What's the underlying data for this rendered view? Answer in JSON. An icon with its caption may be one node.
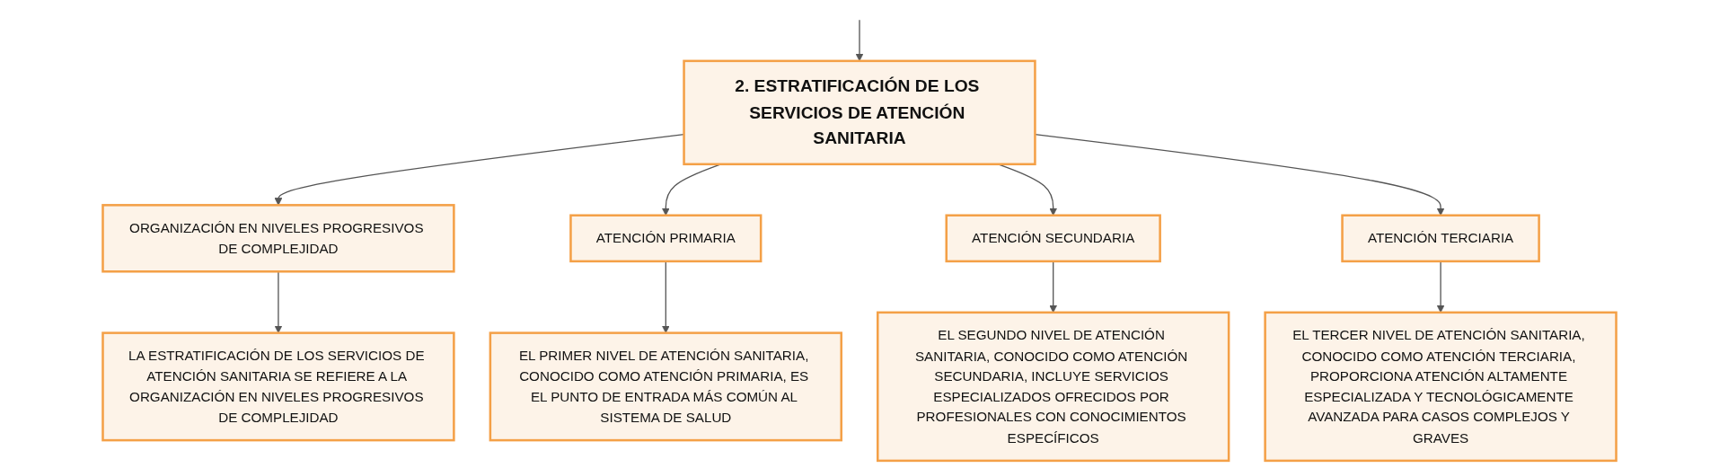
{
  "diagram": {
    "nodes": [
      {
        "text": [
          "2. ESTRATIFICACIÓN DE LOS SERVICIOS DE ATENCIÓN SANITARIA"
        ]
      },
      {
        "text": [
          "ORGANIZACIÓN EN NIVELES PROGRESIVOS DE COMPLEJIDAD"
        ]
      },
      {
        "text": [
          "ATENCIÓN PRIMARIA"
        ]
      },
      {
        "text": [
          "ATENCIÓN SECUNDARIA"
        ]
      },
      {
        "text": [
          "ATENCIÓN TERCIARIA"
        ]
      },
      {
        "text": [
          "LA ESTRATIFICACIÓN DE LOS SERVICIOS DE ATENCIÓN SANITARIA SE REFIERE A LA ORGANIZACIÓN EN NIVELES PROGRESIVOS DE COMPLEJIDAD"
        ]
      },
      {
        "text": [
          "EL PRIMER NIVEL DE ATENCIÓN SANITARIA, CONOCIDO COMO ATENCIÓN PRIMARIA, ES EL PUNTO DE ENTRADA MÁS COMÚN AL SISTEMA DE SALUD"
        ]
      },
      {
        "text": [
          "EL SEGUNDO NIVEL DE ATENCIÓN SANITARIA, CONOCIDO COMO ATENCIÓN SECUNDARIA, INCLUYE SERVICIOS ESPECIALIZADOS OFRECIDOS POR PROFESIONALES CON CONOCIMIENTOS ESPECÍFICOS"
        ]
      },
      {
        "text": [
          "EL TERCER NIVEL DE ATENCIÓN SANITARIA, CONOCIDO COMO ATENCIÓN TERCIARIA, PROPORCIONA ATENCIÓN ALTAMENTE ESPECIALIZADA Y TECNOLÓGICAMENTE AVANZADA PARA CASOS COMPLEJOS Y GRAVES"
        ]
      }
    ],
    "edges": [
      {
        "from": null,
        "to": 0,
        "arrow": "to"
      },
      {
        "from": 0,
        "to": 1,
        "arrow": "to"
      },
      {
        "from": 0,
        "to": 2,
        "arrow": "to"
      },
      {
        "from": 0,
        "to": 3,
        "arrow": "to"
      },
      {
        "from": 0,
        "to": 4,
        "arrow": "to"
      },
      {
        "from": 1,
        "to": 5,
        "arrow": "to"
      },
      {
        "from": 2,
        "to": 6,
        "arrow": "to"
      },
      {
        "from": 3,
        "to": 7,
        "arrow": "to"
      },
      {
        "from": 4,
        "to": 8,
        "arrow": "to"
      }
    ]
  }
}
